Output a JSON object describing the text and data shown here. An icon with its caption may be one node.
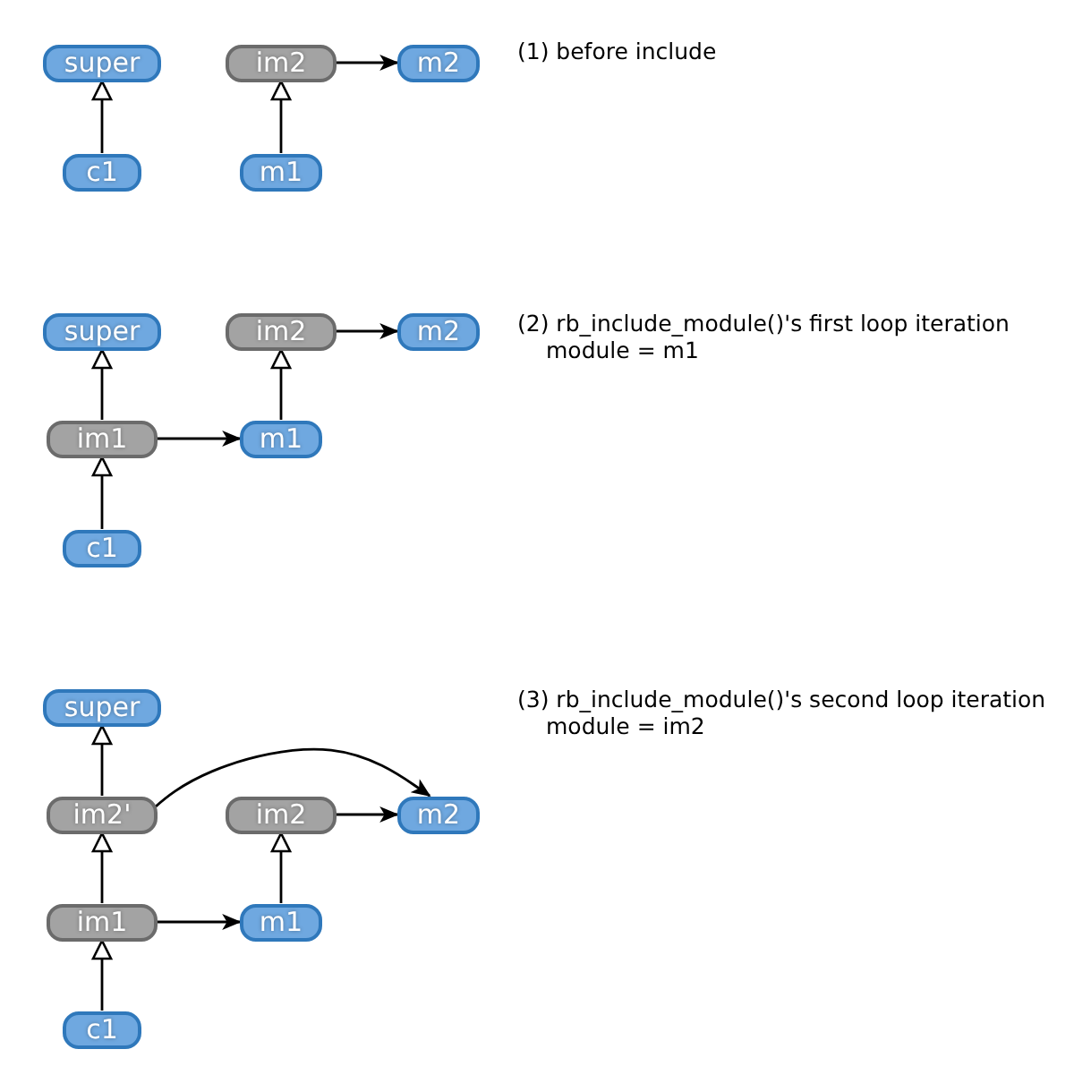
{
  "diagram": {
    "nodes": [
      {
        "text": [
          "super"
        ]
      },
      {
        "text": [
          "im2"
        ]
      },
      {
        "text": [
          "m2"
        ]
      },
      {
        "text": [
          "c1"
        ]
      },
      {
        "text": [
          "m1"
        ]
      },
      {
        "text": [
          "super"
        ]
      },
      {
        "text": [
          "im2"
        ]
      },
      {
        "text": [
          "m2"
        ]
      },
      {
        "text": [
          "im1"
        ]
      },
      {
        "text": [
          "m1"
        ]
      },
      {
        "text": [
          "c1"
        ]
      },
      {
        "text": [
          "super"
        ]
      },
      {
        "text": [
          "im2'"
        ]
      },
      {
        "text": [
          "im2"
        ]
      },
      {
        "text": [
          "m2"
        ]
      },
      {
        "text": [
          "im1"
        ]
      },
      {
        "text": [
          "m1"
        ]
      },
      {
        "text": [
          "c1"
        ]
      }
    ],
    "edges": [
      {
        "from": 3,
        "to": 0,
        "arrow": "to"
      },
      {
        "from": 4,
        "to": 1,
        "arrow": "to"
      },
      {
        "from": 1,
        "to": 2,
        "arrow": "to"
      },
      {
        "from": 8,
        "to": 5,
        "arrow": "to"
      },
      {
        "from": 10,
        "to": 8,
        "arrow": "to"
      },
      {
        "from": 9,
        "to": 6,
        "arrow": "to"
      },
      {
        "from": 6,
        "to": 7,
        "arrow": "to"
      },
      {
        "from": 8,
        "to": 9,
        "arrow": "to"
      },
      {
        "from": 12,
        "to": 11,
        "arrow": "to"
      },
      {
        "from": 15,
        "to": 12,
        "arrow": "to"
      },
      {
        "from": 17,
        "to": 15,
        "arrow": "to"
      },
      {
        "from": 16,
        "to": 13,
        "arrow": "to"
      },
      {
        "from": 13,
        "to": 14,
        "arrow": "to"
      },
      {
        "from": 15,
        "to": 16,
        "arrow": "to"
      },
      {
        "from": 12,
        "to": 14,
        "arrow": "to"
      }
    ],
    "labels": [
      "(1) before include",
      "(2) rb_include_module()'s first loop iteration",
      "module = m1",
      "(3) rb_include_module()'s second loop iteration",
      "module = im2"
    ]
  }
}
